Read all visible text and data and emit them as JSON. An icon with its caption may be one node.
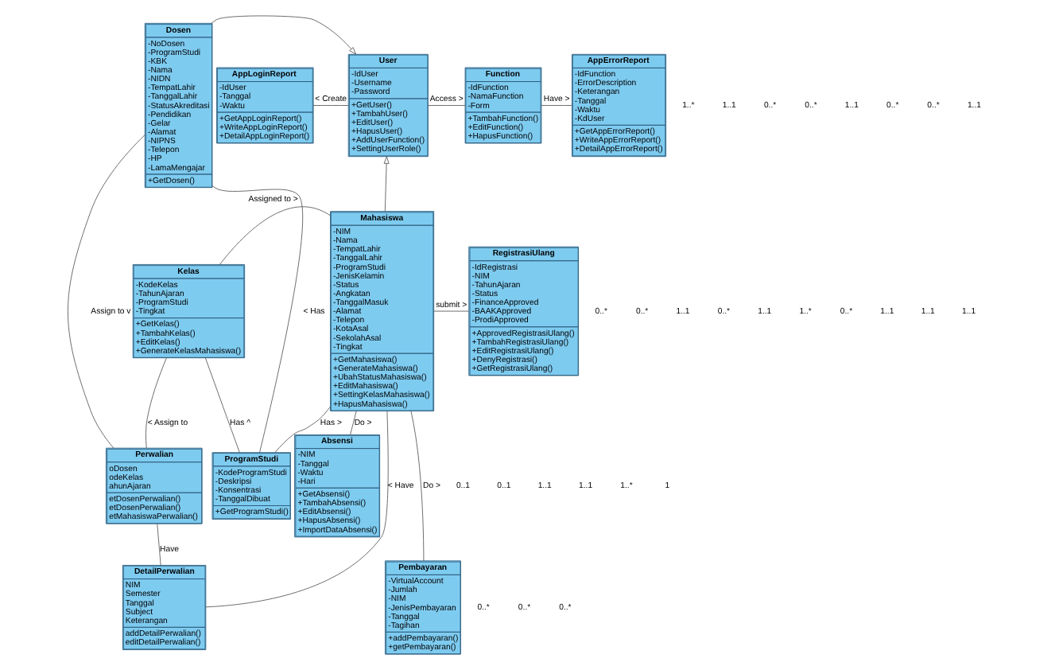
{
  "diagram": {
    "nodes": [
      {
        "text": [
          "Dosen",
          "-NoDosen -ProgramStudi -KBK -Nama -NIDN -TempatLahir -TanggalLahir -StatusAkreditasi -Pendidikan -Gelar -Alamat -NIPNS -Telepon -HP -LamaMengajar",
          "+GetDosen()"
        ]
      },
      {
        "text": [
          "AppLoginReport",
          "-IdUser -Tanggal -Waktu",
          "+GetAppLoginReport() +WriteAppLoginReport() +DetailAppLoginReport()"
        ]
      },
      {
        "text": [
          "User",
          "-IdUser -Username -Password",
          "+GetUser() +TambahUser() +EditUser() +HapusUser() +AddUserFunction() +SettingUserRole()"
        ]
      },
      {
        "text": [
          "Function",
          "-IdFunction -NamaFunction -Form",
          "+TambahFunction() +EditFunction() +HapusFunction()"
        ]
      },
      {
        "text": [
          "AppErrorReport",
          "-IdFunction -ErrorDescription -Keterangan -Tanggal -Waktu -KdUser",
          "+GetAppErrorReport() +WriteAppErrorReport() +DetailAppErrorReport()"
        ]
      },
      {
        "text": [
          "Kelas",
          "-KodeKelas -TahunAjaran -ProgramStudi -Tingkat",
          "+GetKelas() +TambahKelas() +EditKelas() +GenerateKelasMahasiswa()"
        ]
      },
      {
        "text": [
          "Mahasiswa",
          "-NIM -Nama -TempatLahir -TanggalLahir -ProgramStudi -JenisKelamin -Status -Angkatan -TanggalMasuk -Alamat -Telepon -KotaAsal -SekolahAsal -Tingkat",
          "+GetMahasiswa() +GenerateMahasiswa() +UbahStatusMahasiswa() +EditMahasiswa() +SettingKelasMahasiswa() +HapusMahasiswa()"
        ]
      },
      {
        "text": [
          "RegistrasiUlang",
          "-IdRegistrasi -NIM -TahunAjaran -Status -FinanceApproved -BAAKApproved -ProdiApproved",
          "+ApprovedRegistrasiUlang() +TambahRegistrasiUlang() +EditRegistrasiUlang() +DenyRegistrasi() +GetRegistrasiUlang()"
        ]
      },
      {
        "text": [
          "Perwalian",
          "oDosen odeKelas ahunAjaran",
          "etDosenPerwalian() etDosenPerwalian() etMahasiswaPerwalian()"
        ]
      },
      {
        "text": [
          "Absensi",
          "-NIM -Tanggal -Waktu -Hari",
          "+GetAbsensi() +TambahAbsensi() +EditAbsensi() +HapusAbsensi() +ImportDataAbsensi()"
        ]
      },
      {
        "text": [
          "ProgramStudi",
          "-KodeProgramStudi -Deskripsi -Konsentrasi -TanggalDibuat",
          "+GetProgramStudi()"
        ]
      },
      {
        "text": [
          "DetailPerwalian",
          "NIM Semester Tanggal Subject Keterangan",
          "addDetailPerwalian() editDetailPerwalian()"
        ]
      },
      {
        "text": [
          "Pembayaran",
          "-VirtualAccount -Jumlah -NIM -JenisPembayaran -Tanggal -Tagihan",
          "+addPembayaran() +getPembayaran()"
        ]
      }
    ],
    "edges": [
      {
        "from": 1,
        "to": 2,
        "arrow": "none",
        "label": "< Create"
      },
      {
        "from": 2,
        "to": 3,
        "arrow": "none",
        "label": "Access >"
      },
      {
        "from": 3,
        "to": 4,
        "arrow": "none",
        "label": "Have >"
      },
      {
        "from": 0,
        "to": 2,
        "arrow": "to"
      },
      {
        "from": 6,
        "to": 2,
        "arrow": "to"
      },
      {
        "from": 0,
        "to": 8,
        "arrow": "none",
        "label": "Assign to v"
      },
      {
        "from": 0,
        "to": 10,
        "arrow": "none",
        "label": "< Has"
      },
      {
        "from": 8,
        "to": 5,
        "arrow": "none",
        "label": "< Assign to"
      },
      {
        "from": 5,
        "to": 6,
        "arrow": "none",
        "label": "Assigned to >"
      },
      {
        "from": 6,
        "to": 7,
        "arrow": "none",
        "label": "submit >"
      },
      {
        "from": 5,
        "to": 10,
        "arrow": "none",
        "label": "Has ^"
      },
      {
        "from": 10,
        "to": 6,
        "arrow": "none",
        "label": "Has >"
      },
      {
        "from": 6,
        "to": 9,
        "arrow": "none",
        "label": "Do >"
      },
      {
        "from": 8,
        "to": 11,
        "arrow": "none",
        "label": "Have"
      },
      {
        "from": 6,
        "to": 12,
        "arrow": "none",
        "label": "Do >"
      },
      {
        "from": 11,
        "to": 6,
        "arrow": "none",
        "label": "< Have"
      }
    ],
    "labels": [
      "1..*",
      "1..1",
      "0..*",
      "0..*",
      "1..1",
      "0..*",
      "0..*",
      "1..1",
      "0..1",
      "0..*",
      "0..*",
      "1..1",
      "0..*",
      "0..1",
      "1..1",
      "1..*",
      "1..1",
      "1..1",
      "0..*",
      "1..1",
      "1..*",
      "1",
      "0..*",
      "1..1",
      "0..*",
      "0..*",
      "1..1"
    ]
  }
}
